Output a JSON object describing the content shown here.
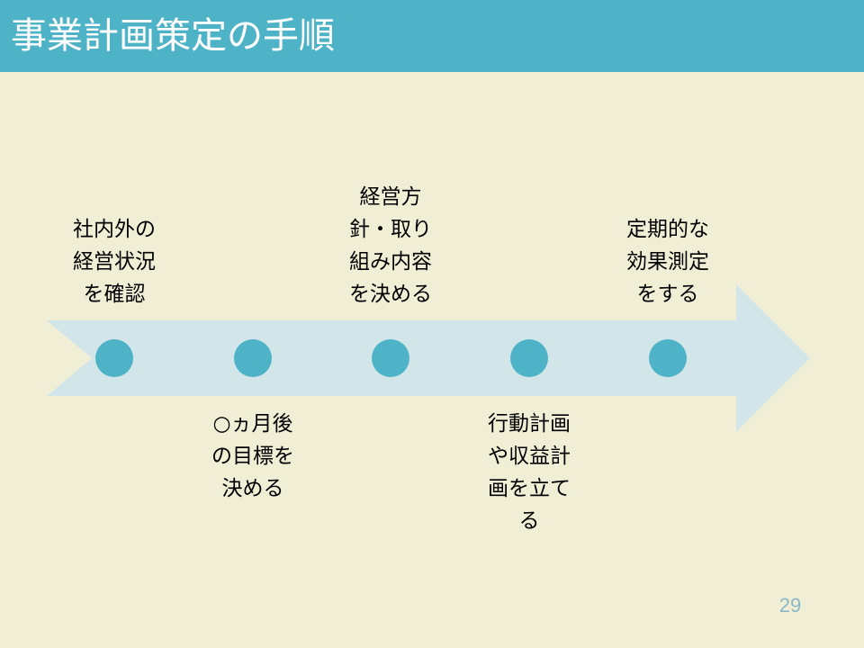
{
  "title": "事業計画策定の手順",
  "colors": {
    "title_bar": "#4fb3c7",
    "background": "#f1eed6",
    "arrow": "#d2e6ea",
    "dot": "#4fb3c7"
  },
  "steps": [
    {
      "label": "社内外の\n経営状況\nを確認",
      "position": "above"
    },
    {
      "label": "○ヵ月後\nの目標を\n決める",
      "position": "below"
    },
    {
      "label": "経営方\n針・取り\n組み内容\nを決める",
      "position": "above"
    },
    {
      "label": "行動計画\nや収益計\n画を立て\nる",
      "position": "below"
    },
    {
      "label": "定期的な\n効果測定\nをする",
      "position": "above"
    }
  ],
  "page_number": "29"
}
